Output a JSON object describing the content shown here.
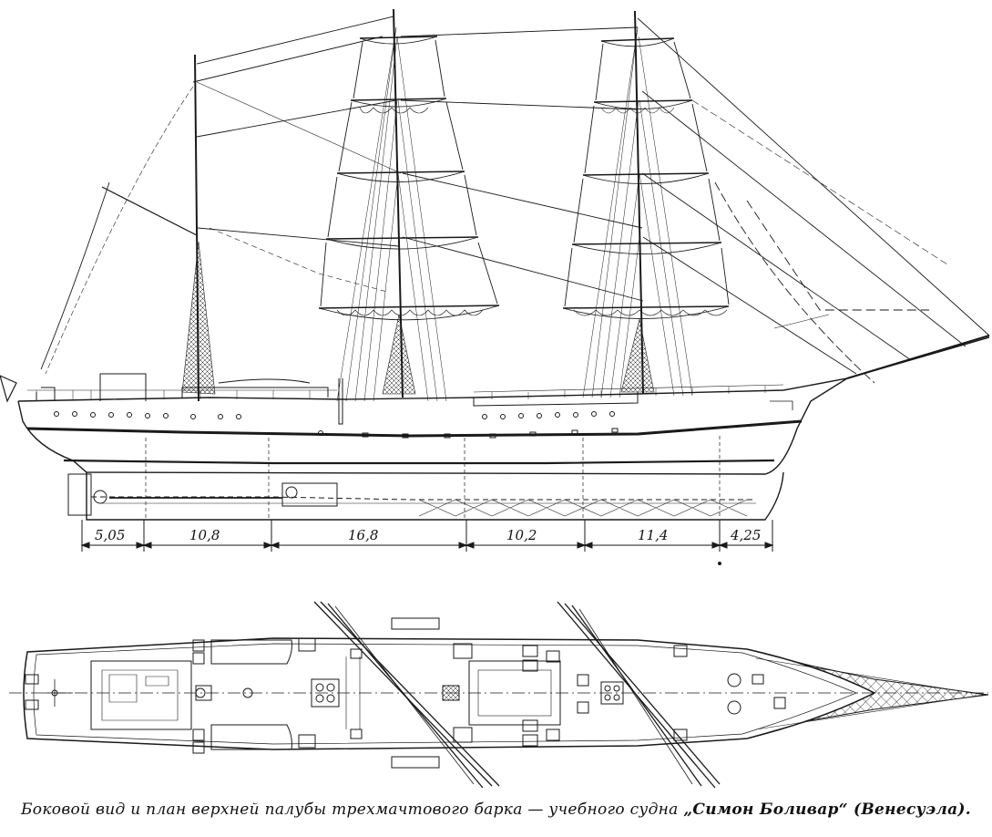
{
  "dimensions": [
    {
      "label": "5,05",
      "value": 5.05
    },
    {
      "label": "10,8",
      "value": 10.8
    },
    {
      "label": "16,8",
      "value": 16.8
    },
    {
      "label": "10,2",
      "value": 10.2
    },
    {
      "label": "11,4",
      "value": 11.4
    },
    {
      "label": "4,25",
      "value": 4.25
    }
  ],
  "caption": {
    "main": "Боковой вид и план верхней палубы трехмачтового барка — учебного судна ",
    "ship_name": "„Симон Боливар“",
    "country": " (Венесуэла)."
  },
  "colors": {
    "ink": "#1a1a1a",
    "paper": "#ffffff"
  }
}
